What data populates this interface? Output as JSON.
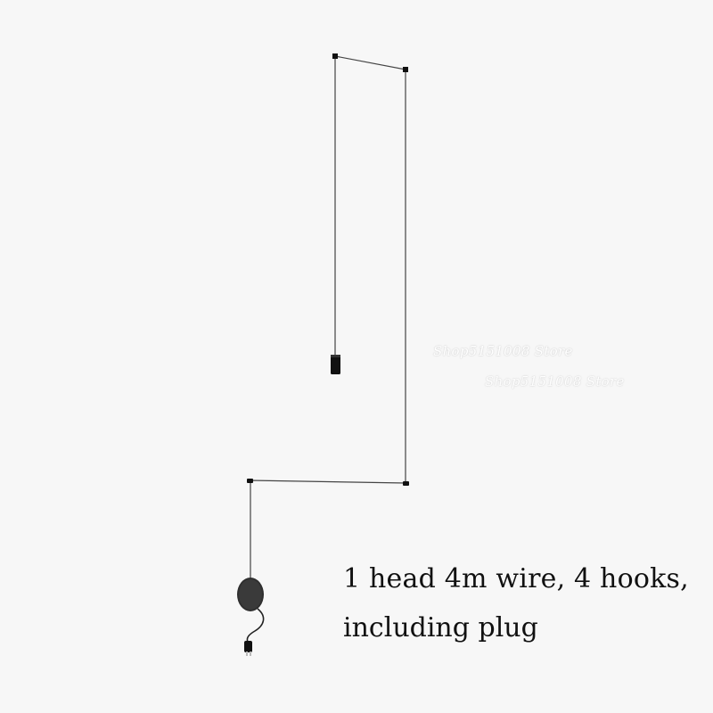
{
  "product_image": {
    "watermark_lines": [
      "Shop5151008 Store",
      "Shop5151008 Store"
    ],
    "caption_lines": [
      "1 head 4m wire, 4 hooks,",
      "including plug"
    ],
    "colors": {
      "background": "#f7f7f7",
      "wire": "#444444",
      "fixture": "#111111",
      "caption_text": "#111111",
      "watermark": "#ffffff"
    },
    "icons": [
      "pendant-lamp-icon",
      "ceiling-hook-icon",
      "wall-plate-icon",
      "plug-icon"
    ]
  }
}
